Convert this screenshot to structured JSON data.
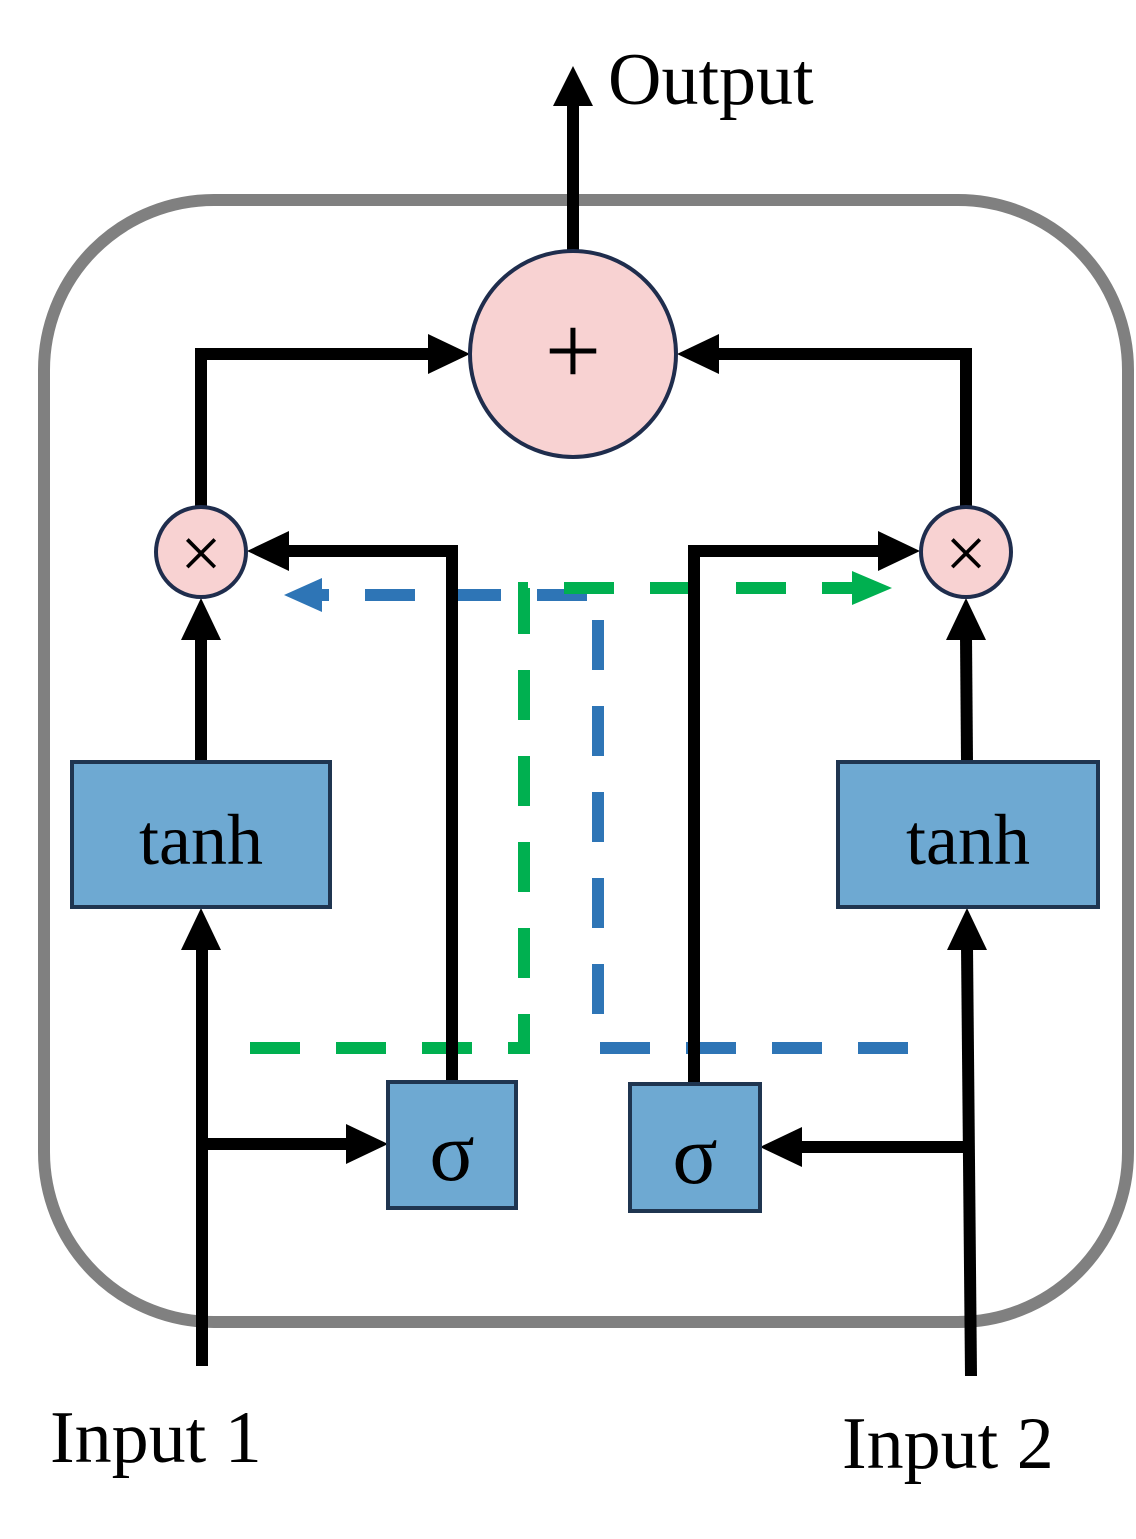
{
  "labels": {
    "output": "Output",
    "input1": "Input 1",
    "input2": "Input 2"
  },
  "nodes": {
    "sum_symbol": "+",
    "mult_left_symbol": "×",
    "mult_right_symbol": "×",
    "tanh_left": "tanh",
    "tanh_right": "tanh",
    "sigma_left": "σ",
    "sigma_right": "σ"
  },
  "colors": {
    "container_border": "#808080",
    "circle_fill": "#f8d2d2",
    "circle_stroke": "#1f2d4d",
    "box_fill": "#6ea9d2",
    "box_stroke": "#1f3550",
    "arrow": "#000000",
    "dashed_blue": "#2e75b6",
    "dashed_green": "#00b050"
  }
}
